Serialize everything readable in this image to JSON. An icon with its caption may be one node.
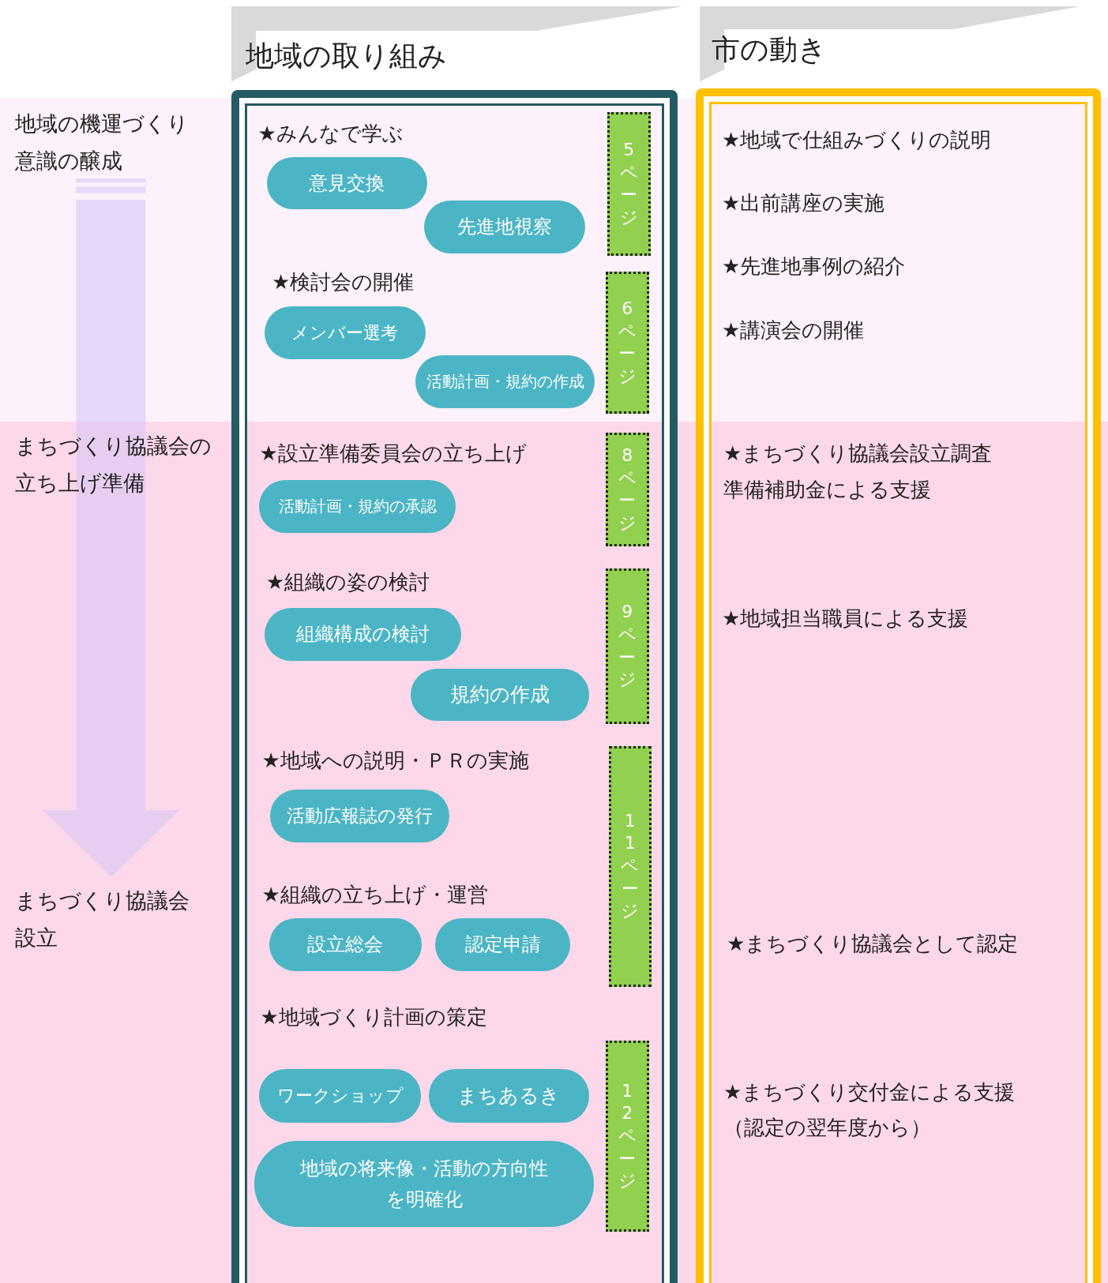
{
  "diagram": {
    "nodes": [
      {
        "text": [
          "地域の取り組み",
          "★みんなで学ぶ",
          "★検討会の開催",
          "★設立準備委員会の立ち上げ",
          "★組織の姿の検討",
          "★地域への説明・ＰＲの実施",
          "★組織の立ち上げ・運営",
          "★地域づくり計画の策定"
        ]
      },
      {
        "text": [
          "意見交換"
        ],
        "in": 0
      },
      {
        "text": [
          "先進地視察"
        ],
        "in": 0
      },
      {
        "text": [
          "5ページ"
        ],
        "in": 0
      },
      {
        "text": [
          "メンバー選考"
        ],
        "in": 0
      },
      {
        "text": [
          "活動計画・規約の作成"
        ],
        "in": 0
      },
      {
        "text": [
          "6ページ"
        ],
        "in": 0
      },
      {
        "text": [
          "活動計画・規約の承認"
        ],
        "in": 0
      },
      {
        "text": [
          "8ページ"
        ],
        "in": 0
      },
      {
        "text": [
          "組織構成の検討"
        ],
        "in": 0
      },
      {
        "text": [
          "規約の作成"
        ],
        "in": 0
      },
      {
        "text": [
          "9ページ"
        ],
        "in": 0
      },
      {
        "text": [
          "活動広報誌の発行"
        ],
        "in": 0
      },
      {
        "text": [
          "11ページ"
        ],
        "in": 0
      },
      {
        "text": [
          "設立総会"
        ],
        "in": 0
      },
      {
        "text": [
          "認定申請"
        ],
        "in": 0
      },
      {
        "text": [
          "ワークショップ"
        ],
        "in": 0
      },
      {
        "text": [
          "まちあるき"
        ],
        "in": 0
      },
      {
        "text": [
          "12ページ"
        ],
        "in": 0
      },
      {
        "text": [
          "地域の将来像・活動の方向性を明確化"
        ],
        "in": 0
      },
      {
        "text": [
          "市の動き",
          "★地域で仕組みづくりの説明",
          "★出前講座の実施",
          "★先進地事例の紹介",
          "★講演会の開催",
          "★まちづくり協議会設立調査準備補助金による支援",
          "★地域担当職員による支援",
          "★まちづくり協議会として認定",
          "★まちづくり交付金による支援（認定の翌年度から）"
        ]
      }
    ],
    "edges": [],
    "labels": [
      "地域の機運づくり意識の醸成",
      "まちづくり協議会の立ち上げ準備",
      "まちづくり協議会設立"
    ]
  }
}
